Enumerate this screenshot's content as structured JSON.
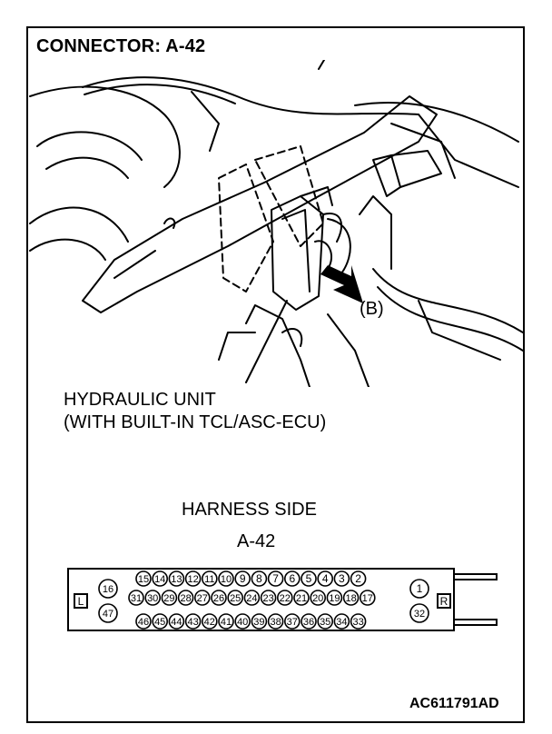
{
  "title": "CONNECTOR: A-42",
  "illustration": {
    "unit_label_line1": "HYDRAULIC UNIT",
    "unit_label_line2": "(WITH BUILT-IN TCL/ASC-ECU)",
    "callout": "(B)"
  },
  "harness": {
    "title": "HARNESS SIDE",
    "connector_id": "A-42",
    "left_mark": "L",
    "right_mark": "R",
    "top_row": [
      "15",
      "14",
      "13",
      "12",
      "11",
      "10",
      "9",
      "8",
      "7",
      "6",
      "5",
      "4",
      "3",
      "2"
    ],
    "middle_row": [
      "31",
      "30",
      "29",
      "28",
      "27",
      "26",
      "25",
      "24",
      "23",
      "22",
      "21",
      "20",
      "19",
      "18",
      "17"
    ],
    "bottom_row": [
      "46",
      "45",
      "44",
      "43",
      "42",
      "41",
      "40",
      "39",
      "38",
      "37",
      "36",
      "35",
      "34",
      "33"
    ],
    "left_pins": [
      "16",
      "47"
    ],
    "right_pins": [
      "1",
      "32"
    ]
  },
  "figure_code": "AC611791AD"
}
